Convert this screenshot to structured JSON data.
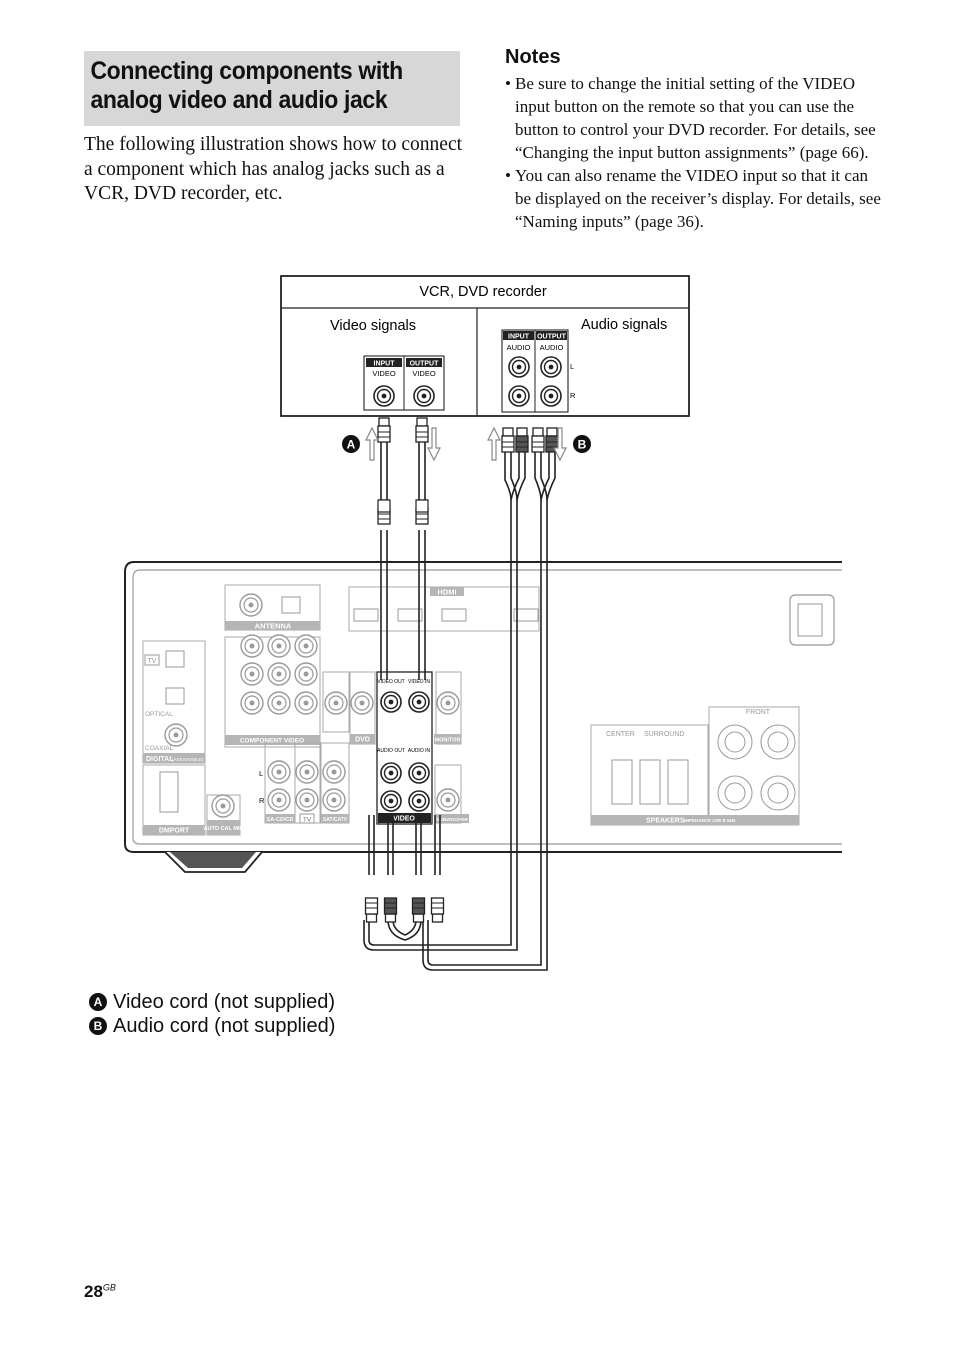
{
  "title": "Connecting components with analog video and audio jack",
  "intro": "The following illustration shows how to connect a component which has analog jacks such as a VCR, DVD recorder, etc.",
  "notes": {
    "heading": "Notes",
    "items": [
      "Be sure to change the initial setting of the VIDEO input button on the remote so that you can use the button to control your DVD recorder. For details, see “Changing the input button assignments” (page 66).",
      "You can also rename the VIDEO input so that it can be displayed on the receiver’s display. For details, see “Naming inputs” (page 36)."
    ]
  },
  "diagram": {
    "device_label": "VCR, DVD recorder",
    "video_signals": "Video signals",
    "audio_signals": "Audio signals",
    "input": "INPUT",
    "output": "OUTPUT",
    "video": "VIDEO",
    "audio": "AUDIO",
    "l": "L",
    "r": "R",
    "marker_a": "A",
    "marker_b": "B",
    "receiver": {
      "antenna": "ANTENNA",
      "hdmi": "HDMI",
      "tv": "TV",
      "optical": "OPTICAL",
      "coaxial": "COAXIAL",
      "digital": "DIGITAL",
      "assignable": "(ASSIGNABLE)",
      "component_video": "COMPONENT VIDEO",
      "dvd": "DVD",
      "monitor": "MONITOR",
      "video_out": "VIDEO OUT",
      "video_in": "VIDEO IN",
      "audio_out": "AUDIO OUT",
      "audio_in": "AUDIO IN",
      "video_section": "VIDEO",
      "subwoofer": "SUBWOOFER",
      "sa_cd_cd": "SA-CD/CD",
      "sat_catv": "SAT/CATV",
      "dmport": "DMPORT",
      "auto_cal_mic": "AUTO CAL MIC",
      "front": "FRONT",
      "center": "CENTER",
      "surround": "SURROUND",
      "speakers": "SPEAKERS",
      "impedance": "IMPEDANCE USE 8-16Ω",
      "l": "L",
      "r": "R"
    }
  },
  "legend": {
    "a_label": "A",
    "a_text": "Video cord (not supplied)",
    "b_label": "B",
    "b_text": "Audio cord (not supplied)"
  },
  "page": {
    "number": "28",
    "suffix": "GB"
  }
}
